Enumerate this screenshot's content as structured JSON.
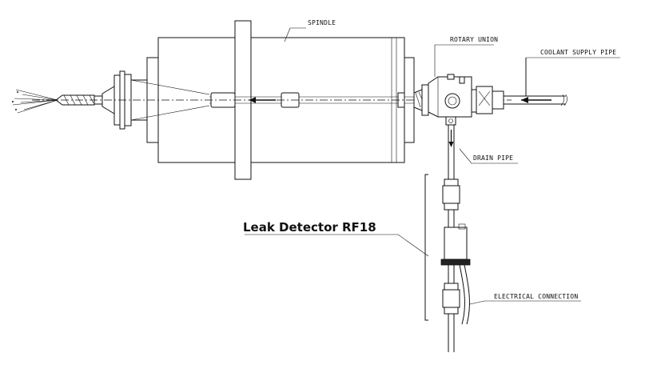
{
  "labels": {
    "spindle": "SPINDLE",
    "rotary_union": "ROTARY UNION",
    "coolant_supply_pipe": "COOLANT SUPPLY PIPE",
    "drain_pipe": "DRAIN PIPE",
    "leak_detector": "Leak Detector RF18",
    "electrical_connection": "ELECTRICAL CONNECTION"
  }
}
